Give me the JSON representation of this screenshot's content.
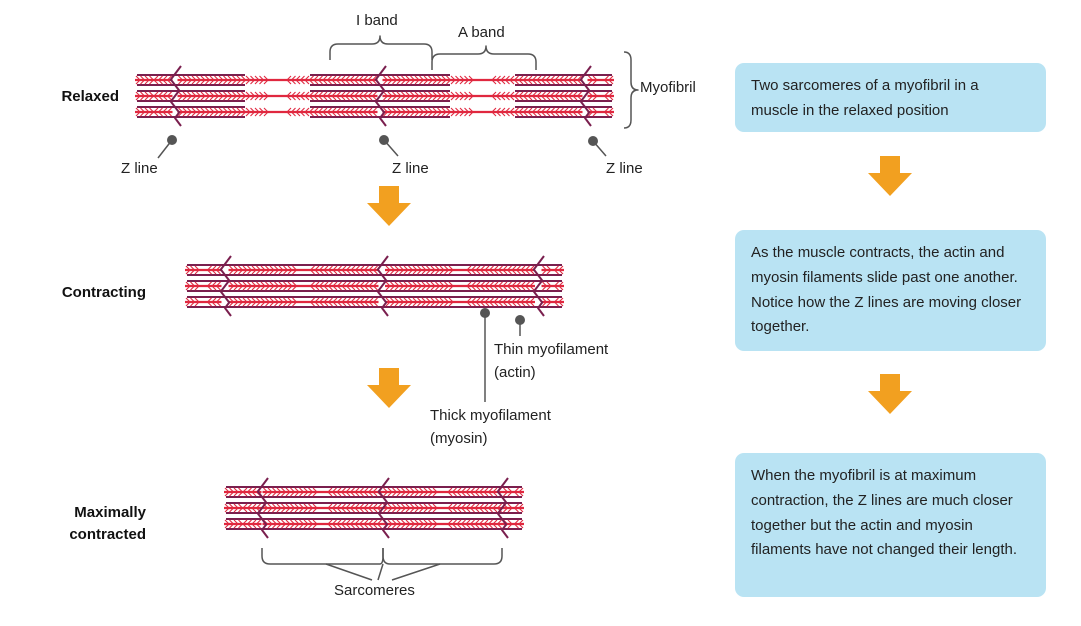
{
  "stages": {
    "relaxed": "Relaxed",
    "contracting": "Contracting",
    "maximally_line1": "Maximally",
    "maximally_line2": "contracted"
  },
  "labels": {
    "i_band": "I band",
    "a_band": "A band",
    "myofibril": "Myofibril",
    "z_line": "Z line",
    "thin_line1": "Thin myofilament",
    "thin_line2": "(actin)",
    "thick_line1": "Thick myofilament",
    "thick_line2": "(myosin)",
    "sarcomeres": "Sarcomeres"
  },
  "boxes": [
    "Two sarcomeres of a myofibril in a muscle in the relaxed position",
    "As the muscle contracts, the actin and myosin filaments slide past one another. Notice how the Z lines are moving closer together.",
    "When the myofibril is at maximum contraction, the Z lines are much closer together but the actin and myosin filaments have not changed their length."
  ],
  "colors": {
    "actin": "#7a1f4e",
    "myosin": "#e0283f",
    "arrow": "#f2a020",
    "box_bg": "#b9e3f3",
    "pointer": "#555555"
  }
}
